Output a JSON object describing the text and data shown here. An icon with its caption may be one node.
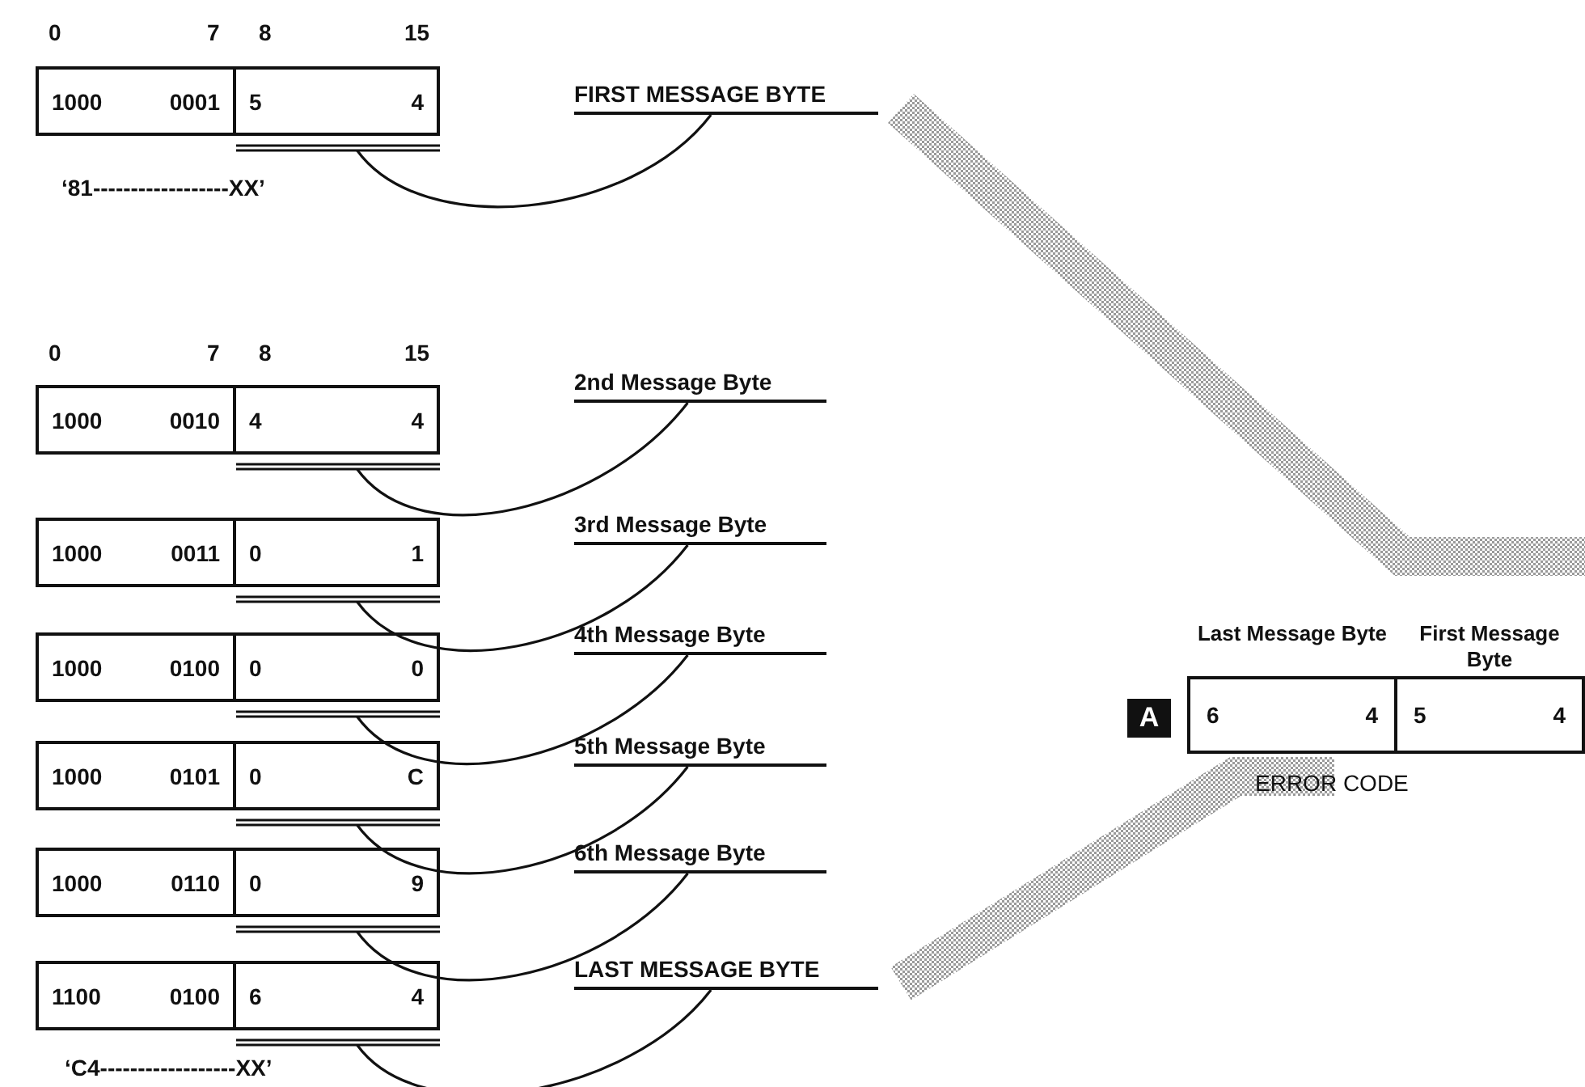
{
  "diagram": {
    "nodes": [
      {
        "text": [
          "1000",
          "0001"
        ]
      },
      {
        "text": [
          "5",
          "4"
        ]
      },
      {
        "text": [
          "FIRST MESSAGE BYTE"
        ]
      },
      {
        "text": [
          "1000",
          "0010"
        ]
      },
      {
        "text": [
          "4",
          "4"
        ]
      },
      {
        "text": [
          "2nd Message Byte"
        ]
      },
      {
        "text": [
          "1000",
          "0011"
        ]
      },
      {
        "text": [
          "0",
          "1"
        ]
      },
      {
        "text": [
          "3rd Message Byte"
        ]
      },
      {
        "text": [
          "1000",
          "0100"
        ]
      },
      {
        "text": [
          "0",
          "0"
        ]
      },
      {
        "text": [
          "4th Message Byte"
        ]
      },
      {
        "text": [
          "1000",
          "0101"
        ]
      },
      {
        "text": [
          "0",
          "C"
        ]
      },
      {
        "text": [
          "5th Message Byte"
        ]
      },
      {
        "text": [
          "1000",
          "0110"
        ]
      },
      {
        "text": [
          "0",
          "9"
        ]
      },
      {
        "text": [
          "6th Message Byte"
        ]
      },
      {
        "text": [
          "1100",
          "0100"
        ]
      },
      {
        "text": [
          "6",
          "4"
        ]
      },
      {
        "text": [
          "LAST MESSAGE BYTE"
        ]
      },
      {
        "text": [
          "A"
        ]
      },
      {
        "text": [
          "Last Message Byte",
          "6",
          "4"
        ]
      },
      {
        "text": [
          "First Message Byte",
          "5",
          "4"
        ]
      }
    ],
    "edges": [
      {
        "from": 2,
        "to": 1,
        "arrow": "none"
      },
      {
        "from": 5,
        "to": 4,
        "arrow": "none"
      },
      {
        "from": 8,
        "to": 7,
        "arrow": "none"
      },
      {
        "from": 11,
        "to": 10,
        "arrow": "none"
      },
      {
        "from": 14,
        "to": 13,
        "arrow": "none"
      },
      {
        "from": 17,
        "to": 16,
        "arrow": "none"
      },
      {
        "from": 20,
        "to": 19,
        "arrow": "none"
      },
      {
        "from": 2,
        "to": 23,
        "arrow": "none",
        "style": "thick",
        "color": "#9a9a9a"
      },
      {
        "from": 20,
        "to": 22,
        "arrow": "none",
        "style": "thick",
        "color": "#9a9a9a"
      }
    ],
    "labels": [
      "0",
      "7",
      "8",
      "15",
      "‘81------------------XX’",
      "0",
      "7",
      "8",
      "15",
      "‘C4------------------XX’",
      "ERROR CODE"
    ]
  }
}
